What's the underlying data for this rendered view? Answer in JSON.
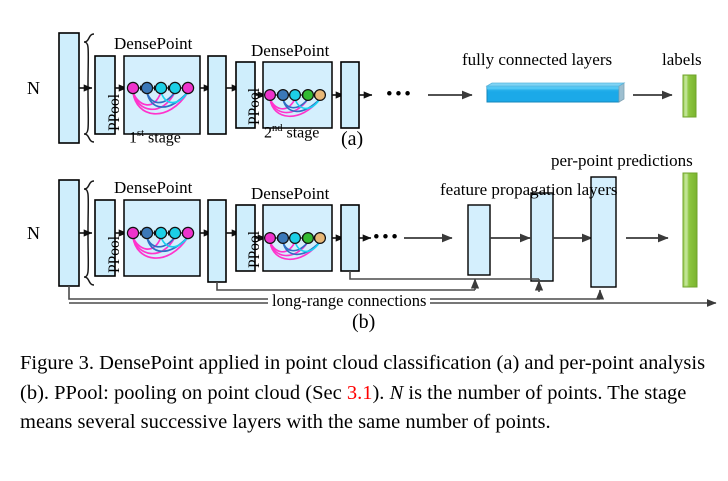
{
  "figure": {
    "id": "figure-3",
    "panels": [
      {
        "key": "a",
        "label": "(a)",
        "task": "point cloud classification",
        "input_label": "N",
        "blocks": [
          {
            "name": "PPool",
            "label": "PPool"
          },
          {
            "name": "DensePoint",
            "label": "DensePoint",
            "stage_label_prefix": "1",
            "stage_label_sup": "st",
            "stage_label_suffix": " stage",
            "nodes": [
              "#ee33cc",
              "#3b78b8",
              "#1ccfe6",
              "#1ccfe6",
              "#ee33cc"
            ]
          },
          {
            "name": "PPool",
            "label": "PPool"
          },
          {
            "name": "DensePoint",
            "label": "DensePoint",
            "stage_label_prefix": "2",
            "stage_label_sup": "nd",
            "stage_label_suffix": " stage",
            "nodes": [
              "#ee33cc",
              "#3b78b8",
              "#1ccfe6",
              "#33bb33",
              "#e8b878"
            ]
          }
        ],
        "ellipsis": "•••",
        "fc_label": "fully connected layers",
        "output_label": "labels"
      },
      {
        "key": "b",
        "label": "(b)",
        "task": "per-point analysis",
        "input_label": "N",
        "blocks": [
          {
            "name": "PPool",
            "label": "PPool"
          },
          {
            "name": "DensePoint",
            "label": "DensePoint",
            "nodes": [
              "#ee33cc",
              "#3b78b8",
              "#1ccfe6",
              "#1ccfe6",
              "#ee33cc"
            ]
          },
          {
            "name": "PPool",
            "label": "PPool"
          },
          {
            "name": "DensePoint",
            "label": "DensePoint",
            "nodes": [
              "#ee33cc",
              "#3b78b8",
              "#1ccfe6",
              "#33bb33",
              "#e8b878"
            ]
          }
        ],
        "ellipsis": "•••",
        "fp_label": "feature propagation layers",
        "skip_label": "long-range connections",
        "output_label": "per-point predictions"
      }
    ],
    "colors": {
      "bar_fill": "#cfeefc",
      "bar_stroke": "#000000",
      "densepoint_fill": "#d4effd",
      "fc_bar": "#1ba9e8",
      "fc_bar_dark": "#1487bb",
      "output_green": "#8cc63f",
      "output_green_light": "#aed97a",
      "arc_magenta": "#ff33cc",
      "arc_blue": "#2e6fc4",
      "arc_cyan": "#19d2f0",
      "arrow": "#3a3a3a",
      "sec_ref_red": "#ff0000"
    }
  },
  "caption": {
    "part1": "Figure 3. DensePoint applied in point cloud classification (a) and per-point analysis (b). PPool: pooling on point cloud (Sec ",
    "sec_ref": "3.1",
    "part2": "). ",
    "n_italic": "N",
    "part3": " is the number of points. The stage means several successive layers with the same number of points."
  }
}
